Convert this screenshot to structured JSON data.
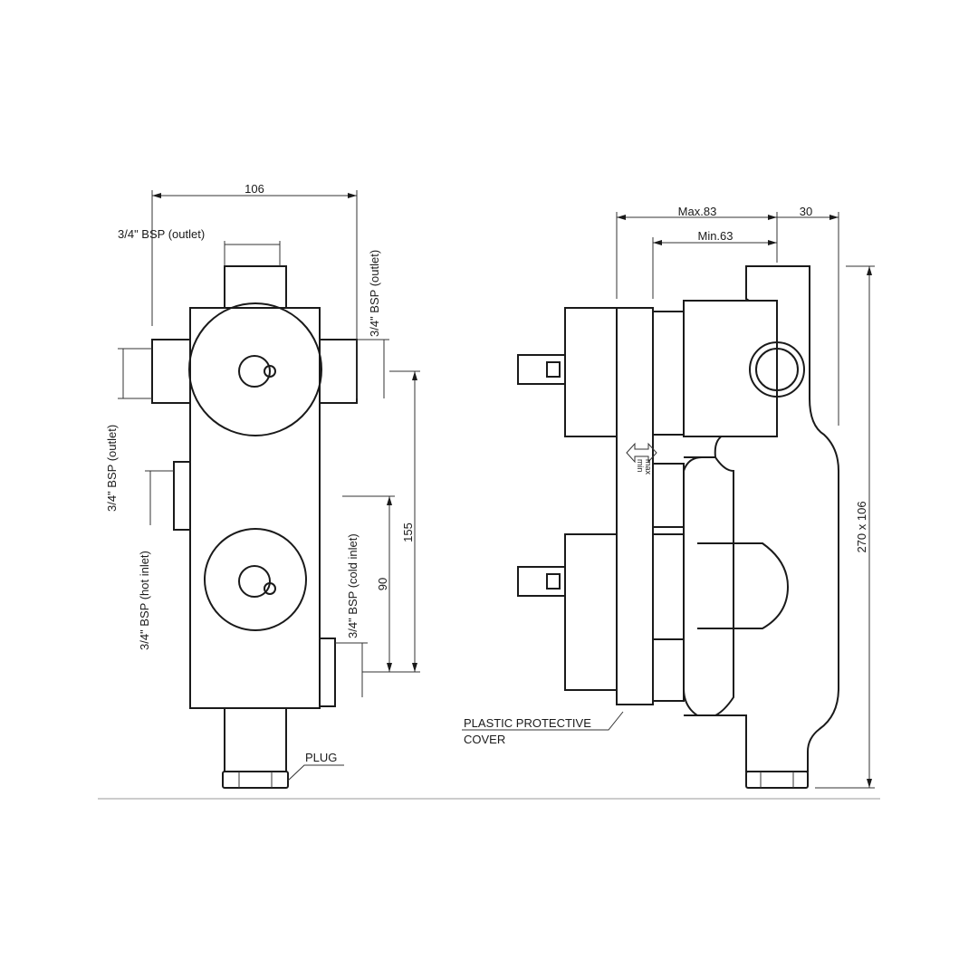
{
  "front_view": {
    "width_dim": "106",
    "top_outlet": "3/4\" BSP (outlet)",
    "right_outlet": "3/4\" BSP (outlet)",
    "left_outlet": "3/4\" BSP (outlet)",
    "hot_inlet": "3/4\" BSP (hot inlet)",
    "cold_inlet": "3/4\" BSP (cold inlet)",
    "dim_155": "155",
    "dim_90": "90",
    "plug": "PLUG"
  },
  "side_view": {
    "max_depth": "Max.83",
    "min_depth": "Min.63",
    "depth_30": "30",
    "height_dim": "270 x 106",
    "cover_label_line1": "PLASTIC PROTECTIVE",
    "cover_label_line2": "COVER",
    "min_mark": "min",
    "max_mark": "max"
  }
}
